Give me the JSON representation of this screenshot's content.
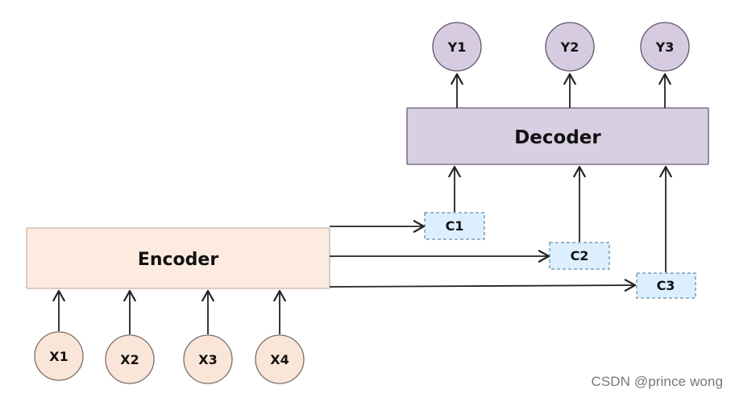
{
  "diagram": {
    "encoder": {
      "label": "Encoder",
      "fill": "#fdebdf",
      "stroke": "#c9b4a8"
    },
    "decoder": {
      "label": "Decoder",
      "fill": "#d8cfe3",
      "stroke": "#665c74"
    },
    "inputs": [
      {
        "label": "X1"
      },
      {
        "label": "X2"
      },
      {
        "label": "X3"
      },
      {
        "label": "X4"
      }
    ],
    "contexts": [
      {
        "label": "C1"
      },
      {
        "label": "C2"
      },
      {
        "label": "C3"
      }
    ],
    "outputs": [
      {
        "label": "Y1"
      },
      {
        "label": "Y2"
      },
      {
        "label": "Y3"
      }
    ],
    "colors": {
      "input_fill": "#fae6d8",
      "input_stroke": "#7a6f69",
      "output_fill": "#d6cbe1",
      "output_stroke": "#5e5667",
      "context_fill": "#dcefff",
      "context_stroke": "#6a8ea4",
      "arrow": "#222222"
    }
  },
  "watermark": "CSDN @prince wong"
}
